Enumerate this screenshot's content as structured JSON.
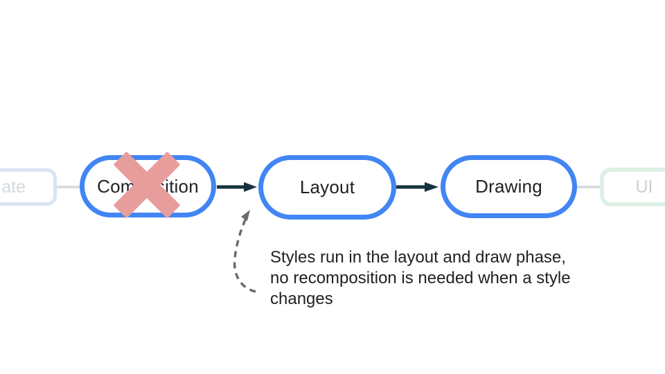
{
  "diagram": {
    "title_hint": "compose-rendering-phases-flow",
    "nodes": {
      "state": {
        "label": "ate",
        "border_color": "#DBE3F2",
        "text_color": "#D4D9DF"
      },
      "composition": {
        "label": "Composition",
        "border_color": "#4285F4",
        "crossed_out": true
      },
      "layout": {
        "label": "Layout",
        "border_color": "#4285F4"
      },
      "drawing": {
        "label": "Drawing",
        "border_color": "#4285F4"
      },
      "ui": {
        "label": "UI",
        "border_color": "#DDF0E4",
        "text_color": "#C9CED3"
      }
    },
    "caption": "Styles run in the layout and draw phase,\nno recomposition is needed when a style\nchanges",
    "colors": {
      "accent_blue": "#4285F4",
      "arrow_dark": "#16323F",
      "connector_gray": "#D9DDE0",
      "cross_red": "#E89D9D",
      "dashed_gray": "#6B6B6B",
      "text_dark": "#202124",
      "background": "#FFFFFF"
    }
  }
}
